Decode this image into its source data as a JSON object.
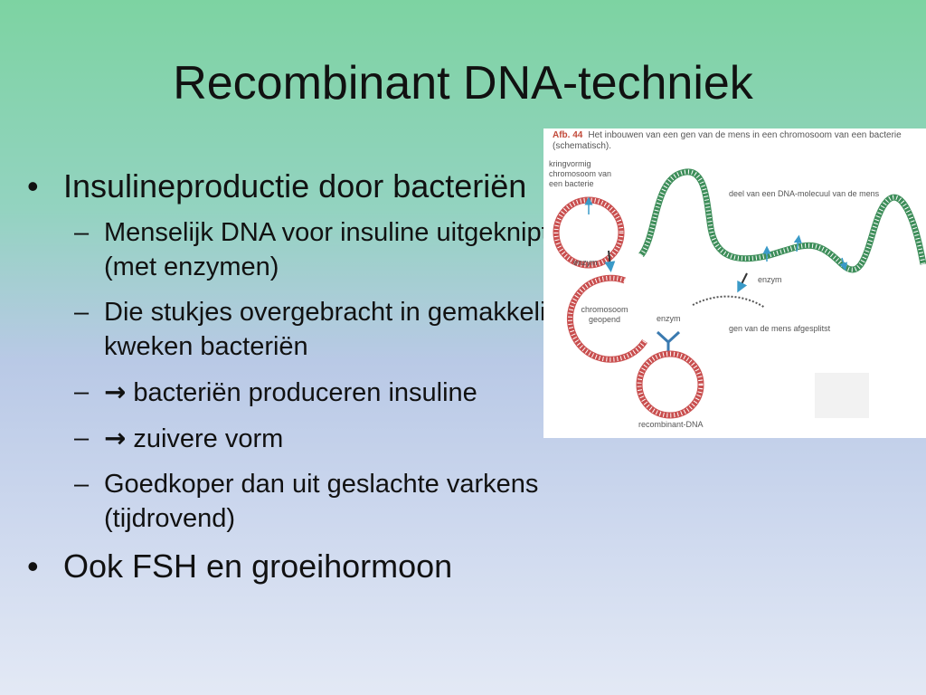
{
  "slide": {
    "title": "Recombinant DNA-techniek",
    "bullets": [
      {
        "text": "Insulineproductie door bacteriën"
      },
      {
        "text": "Ook FSH en groeihormoon"
      }
    ],
    "sub_bullets": [
      {
        "text": "Menselijk DNA voor insuline uitgeknipt  (met enzymen)"
      },
      {
        "text": "Die stukjes overgebracht in gemakkelijk te kweken bacteriën"
      },
      {
        "text": "bacteriën produceren insuline"
      },
      {
        "text": "zuivere vorm"
      },
      {
        "text": "Goedkoper dan uit geslachte varkens (tijdrovend)"
      }
    ],
    "bullet_mark": "•",
    "dash_mark": "–",
    "arrow_mark": "→"
  },
  "figure": {
    "afb": "Afb. 44",
    "caption": "Het inbouwen van een gen van de mens in een chromosoom van een bacterie (schematisch).",
    "labels": {
      "ring": "kringvormig chromosoom van een bacterie",
      "dna_piece": "deel van een DNA-molecuul van de mens",
      "enzym1": "enzym",
      "enzym2": "enzym",
      "enzym3": "enzym",
      "opened": "chromosoom geopend",
      "gene": "gen van de mens afgesplitst",
      "recombinant": "recombinant-DNA"
    },
    "colors": {
      "ring": "#c94f4f",
      "strand": "#3e8e5a",
      "arrow": "#3a9ac8"
    }
  }
}
